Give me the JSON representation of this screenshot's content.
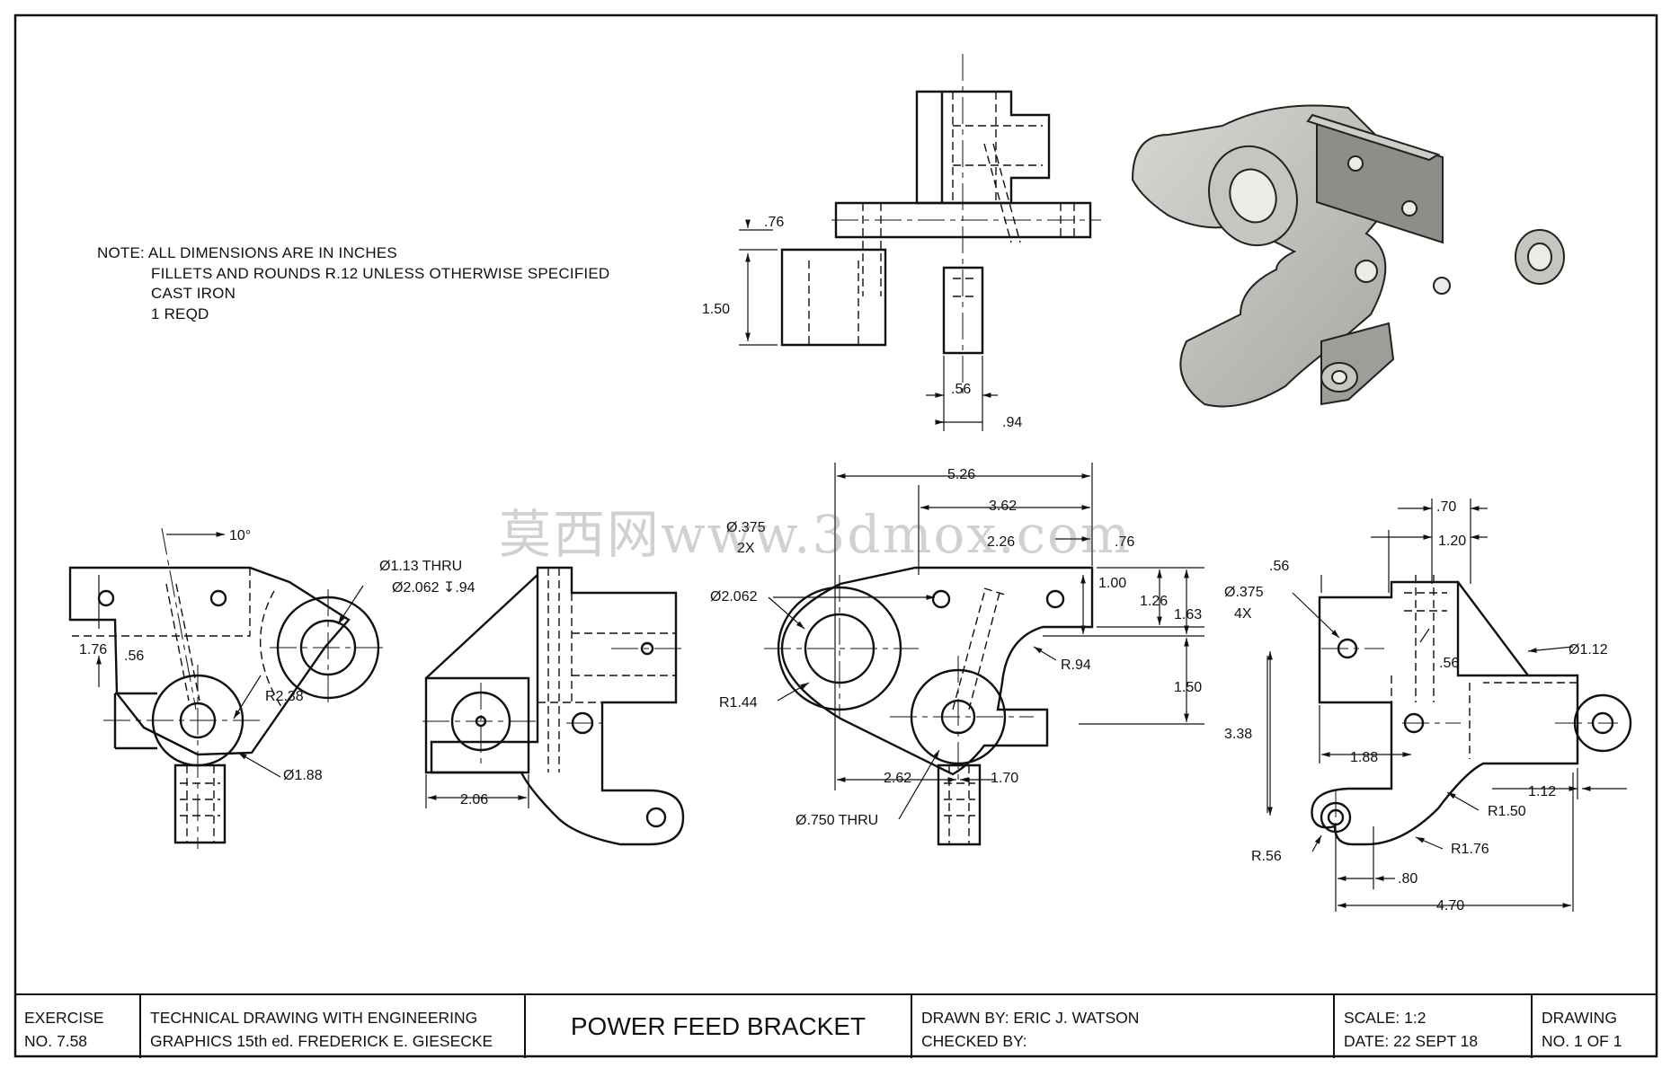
{
  "notes": {
    "line1": "NOTE: ALL DIMENSIONS ARE IN INCHES",
    "line2": "FILLETS AND ROUNDS R.12 UNLESS OTHERWISE SPECIFIED",
    "line3": "CAST IRON",
    "line4": "1 REQD"
  },
  "watermark": "莫西网www.3dmox.com",
  "dimensions": {
    "top_76": ".76",
    "top_150": "1.50",
    "top_56": ".56",
    "top_94": ".94",
    "left_10deg": "10°",
    "left_thru": "Ø1.13 THRU",
    "left_cbore": "Ø2.062 ↧.94",
    "left_176": "1.76",
    "left_56": ".56",
    "left_r238": "R2.38",
    "left_d188": "Ø1.88",
    "side_206": "2.06",
    "front_526": "5.26",
    "front_362": "3.62",
    "front_226": "2.26",
    "front_76": ".76",
    "front_d375": "Ø.375",
    "front_2x": "2X",
    "front_d2062": "Ø2.062",
    "front_100": "1.00",
    "front_126": "1.26",
    "front_163": "1.63",
    "front_r94": "R.94",
    "front_150": "1.50",
    "front_r144": "R1.44",
    "front_262": "2.62",
    "front_170": "1.70",
    "front_d750": "Ø.750 THRU",
    "right_70": ".70",
    "right_120": "1.20",
    "right_56a": ".56",
    "right_d375": "Ø.375",
    "right_4x": "4X",
    "right_d112": "Ø1.12",
    "right_56b": ".56",
    "right_338": "3.38",
    "right_188": "1.88",
    "right_112": "1.12",
    "right_r150": "R1.50",
    "right_r56": "R.56",
    "right_r176": "R1.76",
    "right_80": ".80",
    "right_470": "4.70"
  },
  "title_block": {
    "exercise_label": "EXERCISE",
    "exercise_no": "NO. 7.58",
    "book_line1": "TECHNICAL DRAWING WITH ENGINEERING",
    "book_line2": "GRAPHICS 15th ed. FREDERICK E. GIESECKE",
    "title": "POWER FEED BRACKET",
    "drawn_by": "DRAWN BY: ERIC J. WATSON",
    "checked_by": "CHECKED BY:",
    "scale": "SCALE: 1:2",
    "date": "DATE: 22 SEPT 18",
    "drawing_label": "DRAWING",
    "drawing_no": "NO. 1 OF 1"
  }
}
